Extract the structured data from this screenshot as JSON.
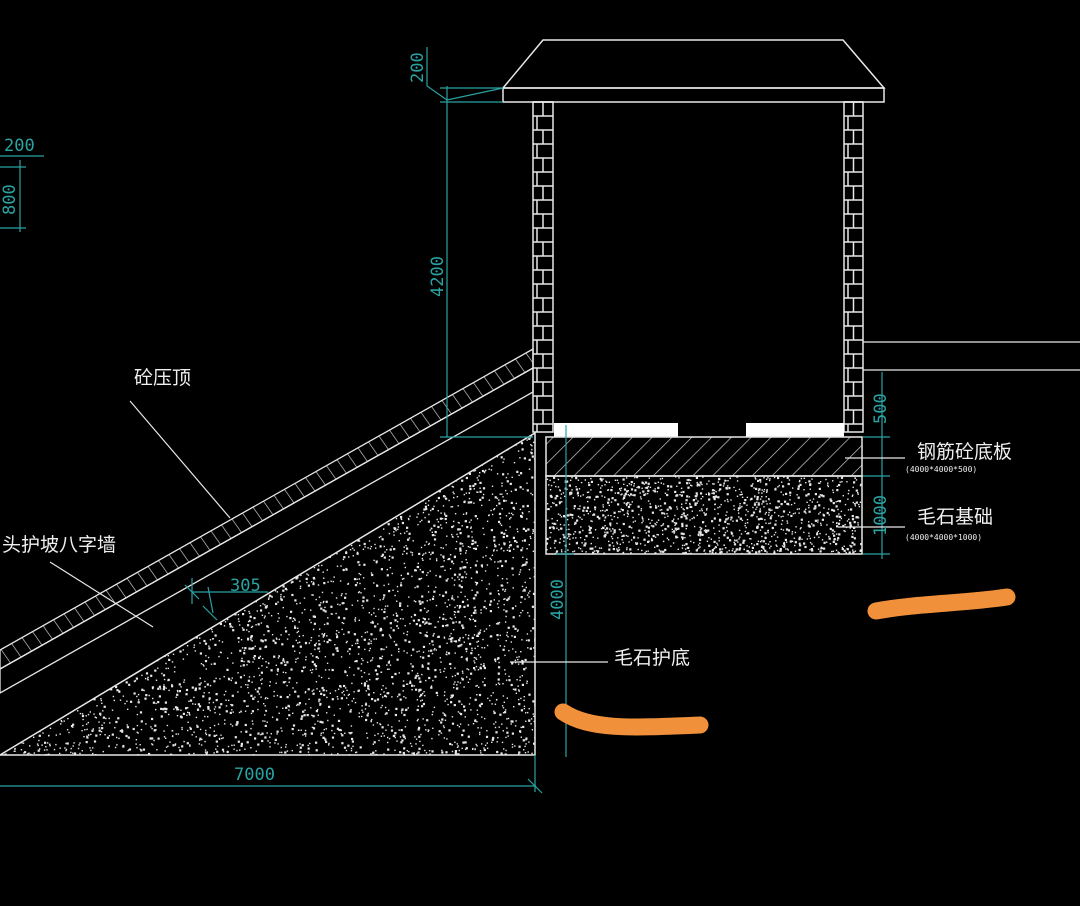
{
  "colors": {
    "background": "#000000",
    "line": "#e8e8e8",
    "dimension": "#2aa3a3",
    "label": "#f0f0f0",
    "slab": "#ffffff",
    "highlight": "#f0903a"
  },
  "dimensions": {
    "roof_200": "200",
    "wall_height": "4200",
    "left_200": "200",
    "left_800": "800",
    "slab_500": "500",
    "footing_1000": "1000",
    "base_4000": "4000",
    "thickness_305": "305",
    "base_width": "7000"
  },
  "labels": {
    "coping": "砼压顶",
    "wing_wall": "头护坡八字墙",
    "rc_slab": "钢筋砼底板",
    "rc_slab_note": "(4000*4000*500)",
    "rubble_foundation": "毛石基础",
    "rubble_foundation_note": "(4000*4000*1000)",
    "rubble_apron": "毛石护底"
  }
}
